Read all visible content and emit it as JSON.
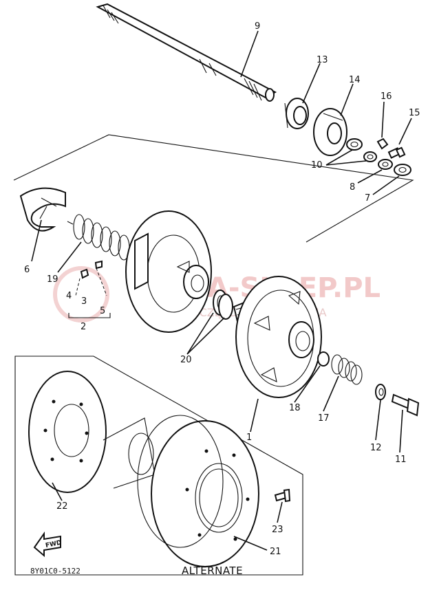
{
  "watermark": {
    "brand": "YAMA-SKLEP.PL",
    "tagline": "WUJUDCH CZĘŚCI SKLEP YAMAHA"
  },
  "diagram_code": "8Y01C0-5122",
  "alternate_label": "ALTERNATE",
  "fwd_label": "FWD",
  "callouts": {
    "c1": "1",
    "c2": "2",
    "c3": "3",
    "c4": "4",
    "c5": "5",
    "c6": "6",
    "c7": "7",
    "c8": "8",
    "c9": "9",
    "c10": "10",
    "c11": "11",
    "c12": "12",
    "c13": "13",
    "c14": "14",
    "c15": "15",
    "c16": "16",
    "c17": "17",
    "c18": "18",
    "c19": "19",
    "c20": "20",
    "c21": "21",
    "c22": "22",
    "c23": "23"
  }
}
